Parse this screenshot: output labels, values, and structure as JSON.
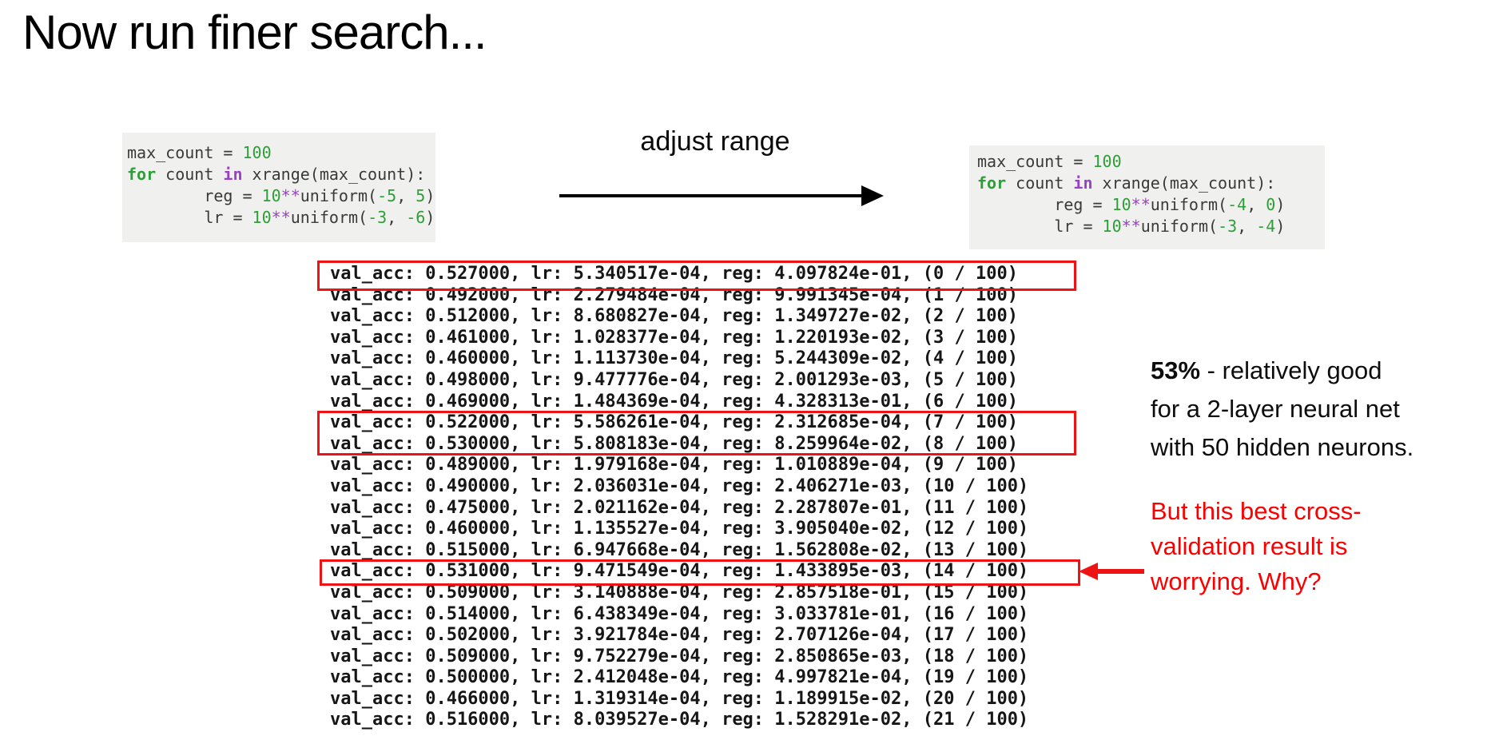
{
  "colors": {
    "box_red": "#ee1414",
    "text_red": "#fb0000",
    "code_bg": "#f0f0ee",
    "keyword_green": "#2e9e38",
    "keyword_purple": "#9a3fc8",
    "number_green": "#2e9e38",
    "code_text": "#3a3a3a",
    "log_text": "#161616"
  },
  "title": "Now run finer search...",
  "transition": {
    "label": "adjust range"
  },
  "code_before": {
    "lines": [
      [
        {
          "t": "max_count = ",
          "s": "p"
        },
        {
          "t": "100",
          "s": "n"
        }
      ],
      [
        {
          "t": "for",
          "s": "k"
        },
        {
          "t": " count ",
          "s": "p"
        },
        {
          "t": "in",
          "s": "k2"
        },
        {
          "t": " xrange(max_count):",
          "s": "p"
        }
      ],
      [
        {
          "t": "        reg = ",
          "s": "p"
        },
        {
          "t": "10",
          "s": "n"
        },
        {
          "t": "**",
          "s": "o"
        },
        {
          "t": "uniform(",
          "s": "p"
        },
        {
          "t": "-5",
          "s": "n"
        },
        {
          "t": ", ",
          "s": "p"
        },
        {
          "t": "5",
          "s": "n"
        },
        {
          "t": ")",
          "s": "p"
        }
      ],
      [
        {
          "t": "        lr = ",
          "s": "p"
        },
        {
          "t": "10",
          "s": "n"
        },
        {
          "t": "**",
          "s": "o"
        },
        {
          "t": "uniform(",
          "s": "p"
        },
        {
          "t": "-3",
          "s": "n"
        },
        {
          "t": ", ",
          "s": "p"
        },
        {
          "t": "-6",
          "s": "n"
        },
        {
          "t": ")",
          "s": "p"
        }
      ]
    ]
  },
  "code_after": {
    "lines": [
      [
        {
          "t": "max_count = ",
          "s": "p"
        },
        {
          "t": "100",
          "s": "n"
        }
      ],
      [
        {
          "t": "for",
          "s": "k"
        },
        {
          "t": " count ",
          "s": "p"
        },
        {
          "t": "in",
          "s": "k2"
        },
        {
          "t": " xrange(max_count):",
          "s": "p"
        }
      ],
      [
        {
          "t": "        reg = ",
          "s": "p"
        },
        {
          "t": "10",
          "s": "n"
        },
        {
          "t": "**",
          "s": "o"
        },
        {
          "t": "uniform(",
          "s": "p"
        },
        {
          "t": "-4",
          "s": "n"
        },
        {
          "t": ", ",
          "s": "p"
        },
        {
          "t": "0",
          "s": "n"
        },
        {
          "t": ")",
          "s": "p"
        }
      ],
      [
        {
          "t": "        lr = ",
          "s": "p"
        },
        {
          "t": "10",
          "s": "n"
        },
        {
          "t": "**",
          "s": "o"
        },
        {
          "t": "uniform(",
          "s": "p"
        },
        {
          "t": "-3",
          "s": "n"
        },
        {
          "t": ", ",
          "s": "p"
        },
        {
          "t": "-4",
          "s": "n"
        },
        {
          "t": ")",
          "s": "p"
        }
      ]
    ]
  },
  "log": {
    "lines": [
      "val_acc: 0.527000, lr: 5.340517e-04, reg: 4.097824e-01, (0 / 100)",
      "val_acc: 0.492000, lr: 2.279484e-04, reg: 9.991345e-04, (1 / 100)",
      "val_acc: 0.512000, lr: 8.680827e-04, reg: 1.349727e-02, (2 / 100)",
      "val_acc: 0.461000, lr: 1.028377e-04, reg: 1.220193e-02, (3 / 100)",
      "val_acc: 0.460000, lr: 1.113730e-04, reg: 5.244309e-02, (4 / 100)",
      "val_acc: 0.498000, lr: 9.477776e-04, reg: 2.001293e-03, (5 / 100)",
      "val_acc: 0.469000, lr: 1.484369e-04, reg: 4.328313e-01, (6 / 100)",
      "val_acc: 0.522000, lr: 5.586261e-04, reg: 2.312685e-04, (7 / 100)",
      "val_acc: 0.530000, lr: 5.808183e-04, reg: 8.259964e-02, (8 / 100)",
      "val_acc: 0.489000, lr: 1.979168e-04, reg: 1.010889e-04, (9 / 100)",
      "val_acc: 0.490000, lr: 2.036031e-04, reg: 2.406271e-03, (10 / 100)",
      "val_acc: 0.475000, lr: 2.021162e-04, reg: 2.287807e-01, (11 / 100)",
      "val_acc: 0.460000, lr: 1.135527e-04, reg: 3.905040e-02, (12 / 100)",
      "val_acc: 0.515000, lr: 6.947668e-04, reg: 1.562808e-02, (13 / 100)",
      "val_acc: 0.531000, lr: 9.471549e-04, reg: 1.433895e-03, (14 / 100)",
      "val_acc: 0.509000, lr: 3.140888e-04, reg: 2.857518e-01, (15 / 100)",
      "val_acc: 0.514000, lr: 6.438349e-04, reg: 3.033781e-01, (16 / 100)",
      "val_acc: 0.502000, lr: 3.921784e-04, reg: 2.707126e-04, (17 / 100)",
      "val_acc: 0.509000, lr: 9.752279e-04, reg: 2.850865e-03, (18 / 100)",
      "val_acc: 0.500000, lr: 2.412048e-04, reg: 4.997821e-04, (19 / 100)",
      "val_acc: 0.466000, lr: 1.319314e-04, reg: 1.189915e-02, (20 / 100)",
      "val_acc: 0.516000, lr: 8.039527e-04, reg: 1.528291e-02, (21 / 100)"
    ],
    "highlighted_line_groups": [
      [
        0
      ],
      [
        7,
        8
      ],
      [
        14
      ]
    ]
  },
  "notes": {
    "accuracy": {
      "bold": "53%",
      "lines": [
        "53% - relatively good",
        "for a 2-layer neural net",
        "with 50 hidden neurons."
      ]
    },
    "warning": {
      "lines": [
        "But this best cross-",
        "validation result is",
        "worrying. Why?"
      ]
    }
  }
}
